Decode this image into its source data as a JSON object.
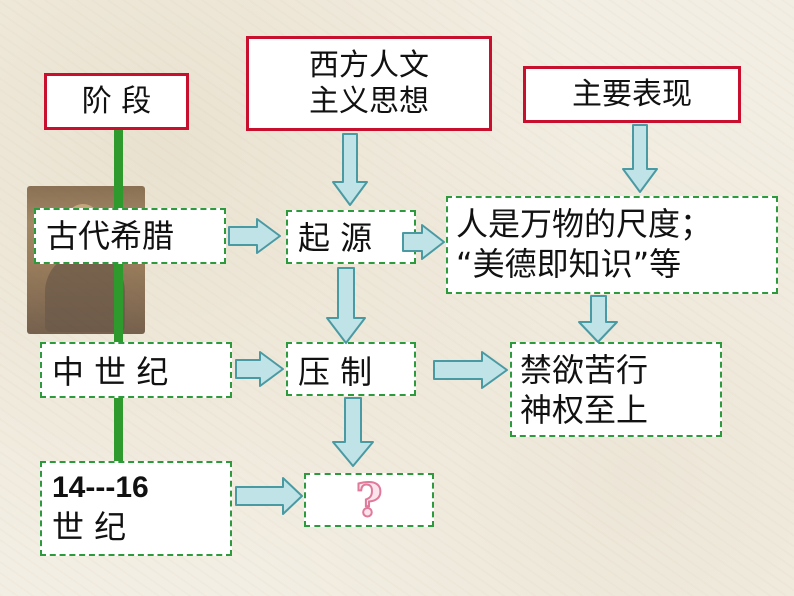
{
  "headers": {
    "stage": "阶  段",
    "thought_line1": "西方人文",
    "thought_line2": "主义思想",
    "manifestation": "主要表现"
  },
  "rows": {
    "ancient_greece": {
      "stage": "古代希腊",
      "thought": "起  源",
      "manifestation_line1": "人是万物的尺度；",
      "manifestation_line2": "“美德即知识”等"
    },
    "middle_ages": {
      "stage": "中 世 纪",
      "thought": "压  制",
      "manifestation_line1": "禁欲苦行",
      "manifestation_line2": "神权至上"
    },
    "century_14_16": {
      "stage_line1": "14---16",
      "stage_line2": " 世  纪",
      "thought": "?"
    }
  },
  "colors": {
    "header_border": "#c8102e",
    "dash_border": "#2e9a3e",
    "timeline": "#2e9a2e",
    "arrow_fill": "#bfe3e6",
    "arrow_stroke": "#4a9aa3",
    "question_mark": "#e07a9a"
  }
}
